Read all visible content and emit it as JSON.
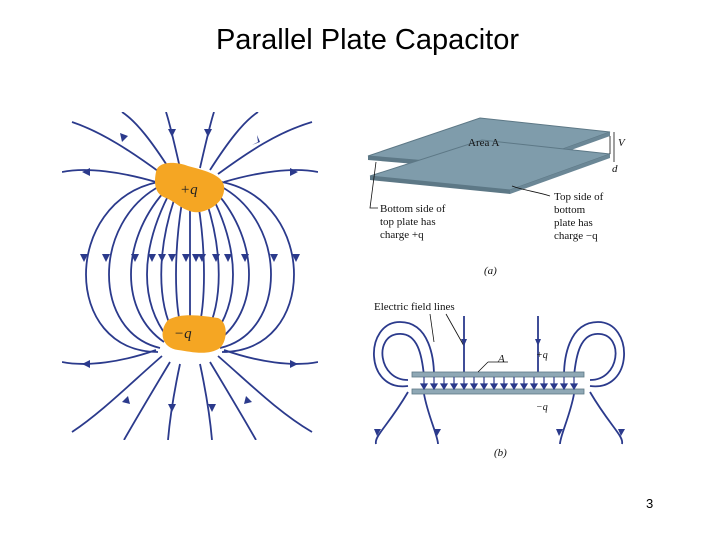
{
  "slide": {
    "title": "Parallel Plate Capacitor",
    "page_number": "3"
  },
  "left_figure": {
    "positive_charge_label": "+q",
    "negative_charge_label": "−q"
  },
  "figure_a": {
    "area_label": "Area A",
    "voltage_label": "V",
    "separation_label": "d",
    "bottom_side_label": [
      "Bottom side of",
      "top plate has",
      "charge +q"
    ],
    "top_side_label": [
      "Top side of",
      "bottom",
      "plate has",
      "charge −q"
    ],
    "caption": "(a)"
  },
  "figure_b": {
    "field_lines_label": "Electric field lines",
    "area_label": "A",
    "plus_label": "+q",
    "minus_label": "−q",
    "caption": "(b)"
  },
  "colors": {
    "field_line": "#2b3a8c",
    "charge": "#f5a623",
    "plate_top": "#7f9cab",
    "plate_edge": "#5d7886"
  }
}
